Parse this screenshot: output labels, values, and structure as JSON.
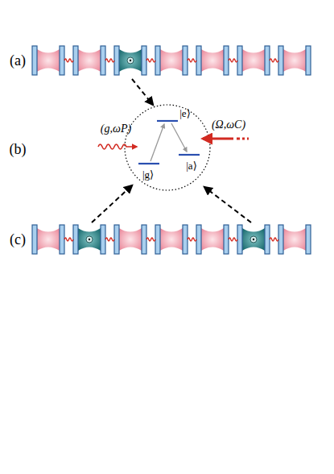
{
  "diagram": {
    "labels": [
      "(a)",
      "(b)",
      "(c)",
      "|e⟩",
      "|g⟩",
      "|a⟩",
      "(g,ωP)",
      "(Ω,ωC)"
    ]
  }
}
